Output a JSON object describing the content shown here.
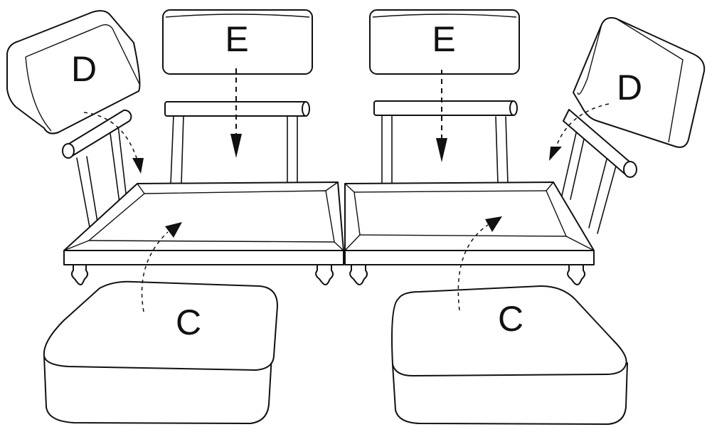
{
  "labels": {
    "seat_cushion_left": "C",
    "seat_cushion_right": "C",
    "arm_cushion_left": "D",
    "arm_cushion_right": "D",
    "back_cushion_left": "E",
    "back_cushion_right": "E"
  },
  "colors": {
    "line": "#111111",
    "background": "#ffffff"
  }
}
